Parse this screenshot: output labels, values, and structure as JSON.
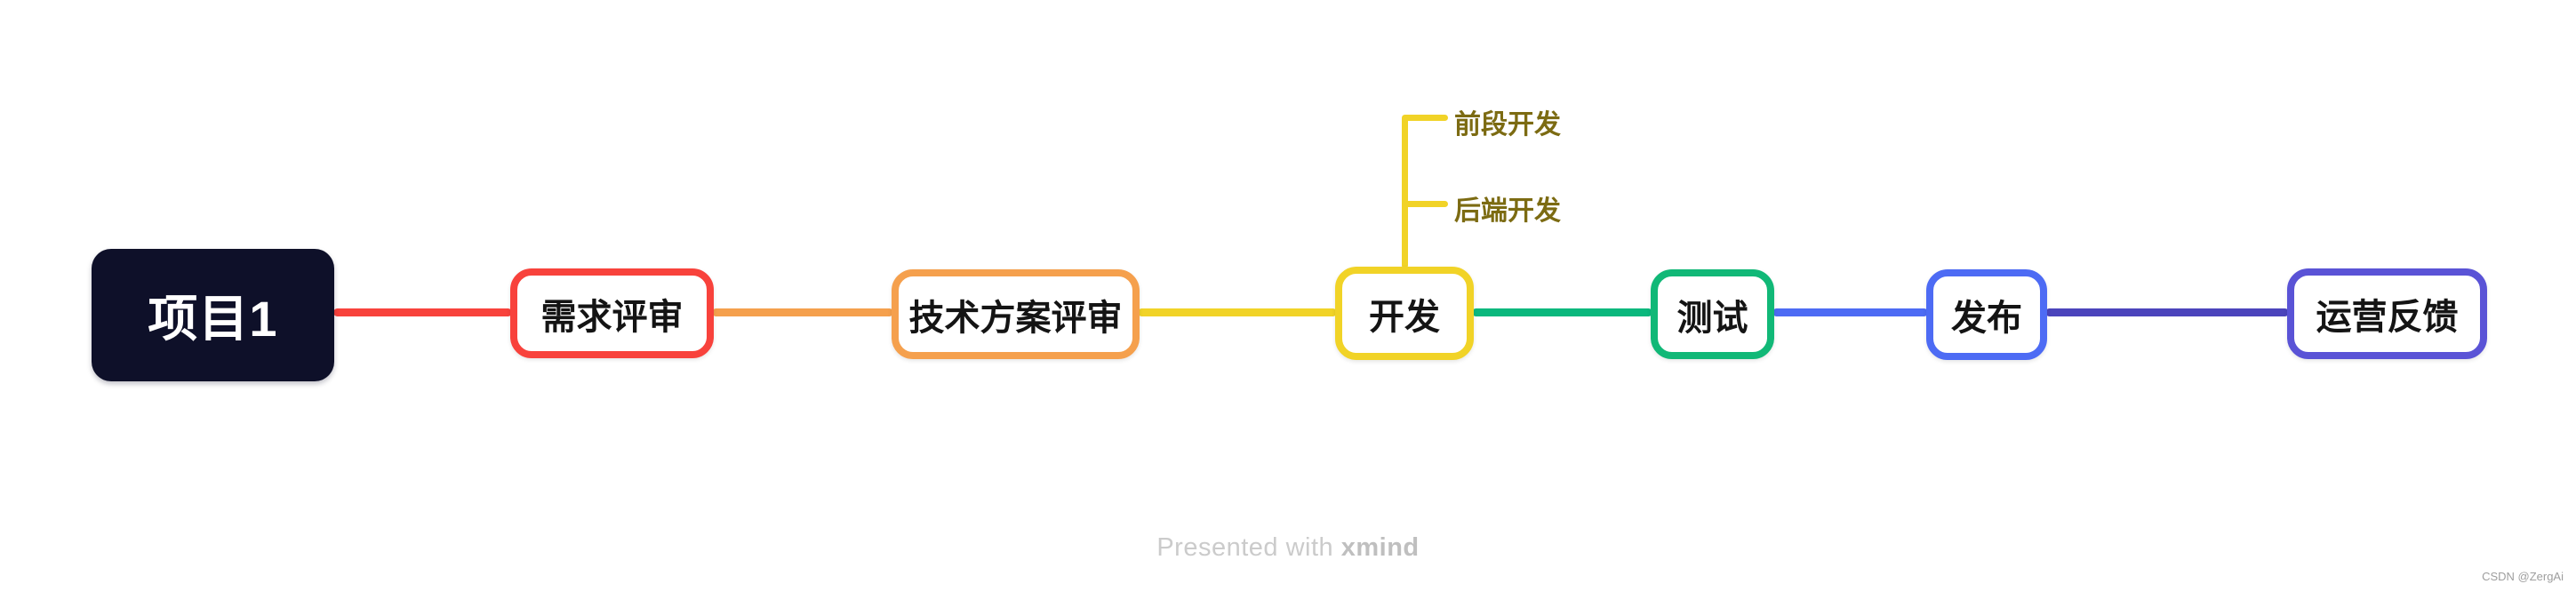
{
  "canvas": {
    "background": "#ffffff"
  },
  "mindmap": {
    "root": {
      "label": "项目1",
      "bg": "#0E1029",
      "text": "#ffffff"
    },
    "topics": [
      {
        "id": "requirements-review",
        "label": "需求评审",
        "color": "#F8423C",
        "line_color": "#F8423C"
      },
      {
        "id": "tech-plan-review",
        "label": "技术方案评审",
        "color": "#F5A04D",
        "line_color": "#F5A04D"
      },
      {
        "id": "development",
        "label": "开发",
        "color": "#F1D327",
        "line_color": "#F1D327",
        "children": [
          {
            "id": "frontend-dev",
            "label": "前段开发"
          },
          {
            "id": "backend-dev",
            "label": "后端开发"
          }
        ]
      },
      {
        "id": "testing",
        "label": "测试",
        "color": "#11B877",
        "line_color": "#0BB87D"
      },
      {
        "id": "release",
        "label": "发布",
        "color": "#4D6BF4",
        "line_color": "#4D6BF4"
      },
      {
        "id": "ops-feedback",
        "label": "运营反馈",
        "color": "#5A53D6",
        "line_color": "#4B44BC"
      }
    ],
    "subtopic_text_color": "#7C6B12"
  },
  "footer": {
    "presented": "Presented with",
    "brand": "xmind"
  },
  "watermark": {
    "text": "CSDN @ZergAi"
  }
}
